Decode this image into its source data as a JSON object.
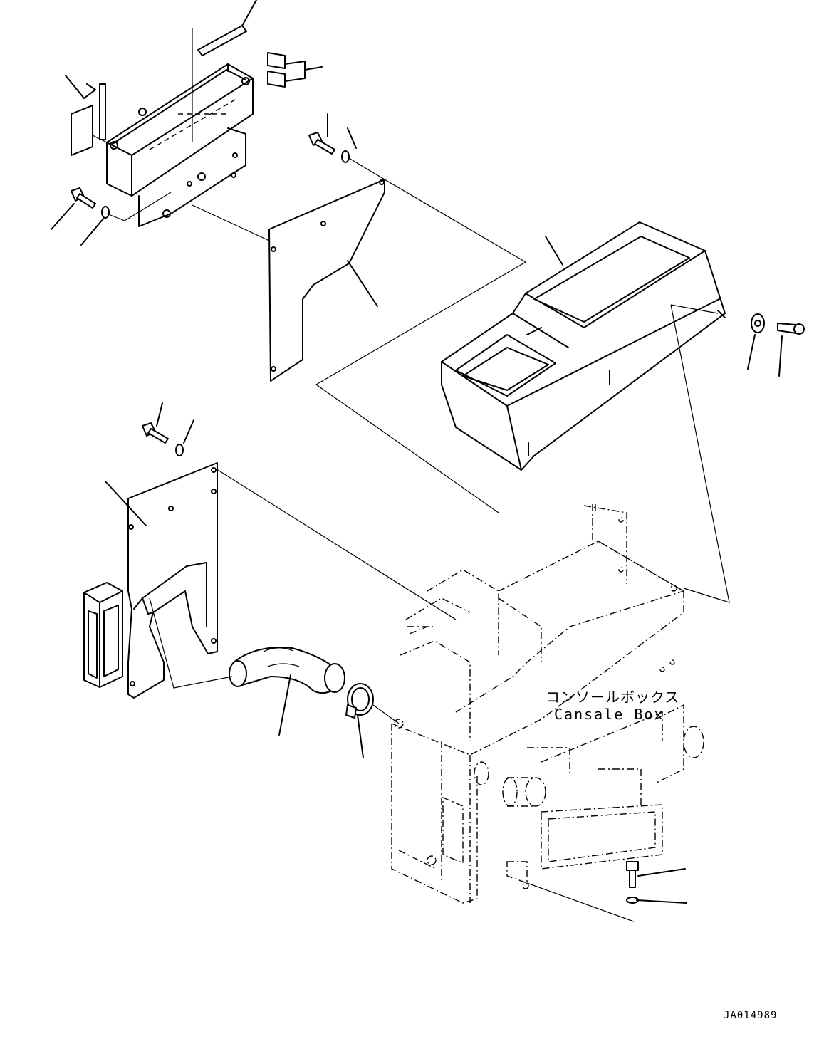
{
  "diagram": {
    "label_jp": "コンソールボックス",
    "label_en": "Cansale Box",
    "drawing_number": "JA014989"
  }
}
